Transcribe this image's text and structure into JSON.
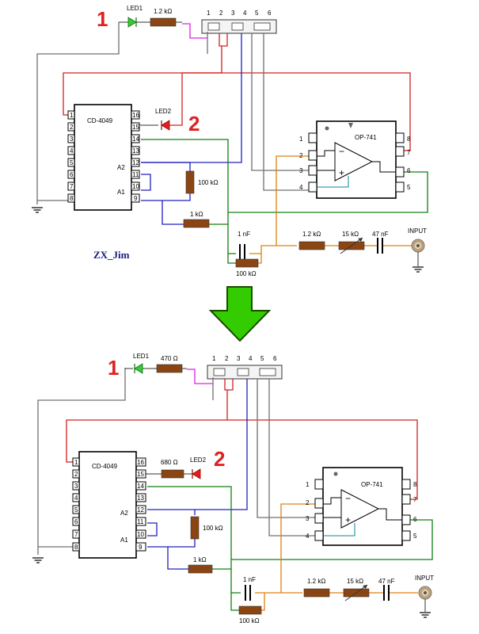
{
  "top": {
    "marker1": "1",
    "marker2": "2",
    "led1": "LED1",
    "led2": "LED2",
    "r_led1": "1.2 kΩ",
    "ic_cd": "CD-4049",
    "ic_op": "OP-741",
    "r_100k": "100 kΩ",
    "r_1k": "1 kΩ",
    "c_1nf": "1 nF",
    "r_100k_bottom": "100 kΩ",
    "r_1_2k": "1.2 kΩ",
    "pot_15k": "15 kΩ",
    "c_47nf": "47 nF",
    "input": "INPUT",
    "a1": "A1",
    "a2": "A2",
    "switch_pins": [
      "1",
      "2",
      "3",
      "4",
      "5",
      "6"
    ],
    "author": "ZX_Jim"
  },
  "bottom": {
    "marker1": "1",
    "marker2": "2",
    "led1": "LED1",
    "led2": "LED2",
    "r_led1": "470 Ω",
    "r_led2": "680 Ω",
    "ic_cd": "CD-4049",
    "ic_op": "OP-741",
    "r_100k": "100 kΩ",
    "r_1k": "1 kΩ",
    "c_1nf": "1 nF",
    "r_100k_bottom": "100 kΩ",
    "r_1_2k": "1.2 kΩ",
    "pot_15k": "15 kΩ",
    "c_47nf": "47 nF",
    "input": "INPUT",
    "a1": "A1",
    "a2": "A2",
    "switch_pins": [
      "1",
      "2",
      "3",
      "4",
      "5",
      "6"
    ]
  },
  "colors": {
    "red_wire": "#d42020",
    "blue_wire": "#2020c0",
    "green_wire": "#108010",
    "orange_wire": "#e08010",
    "magenta_wire": "#e020e0",
    "gray_wire": "#707070",
    "resistor": "#8b4513",
    "arrow": "#33cc00"
  },
  "icons": [
    "ground-icon",
    "input-connector-icon",
    "down-arrow-icon",
    "led-icon",
    "capacitor-icon",
    "resistor-icon",
    "potentiometer-icon",
    "opamp-triangle-icon"
  ]
}
